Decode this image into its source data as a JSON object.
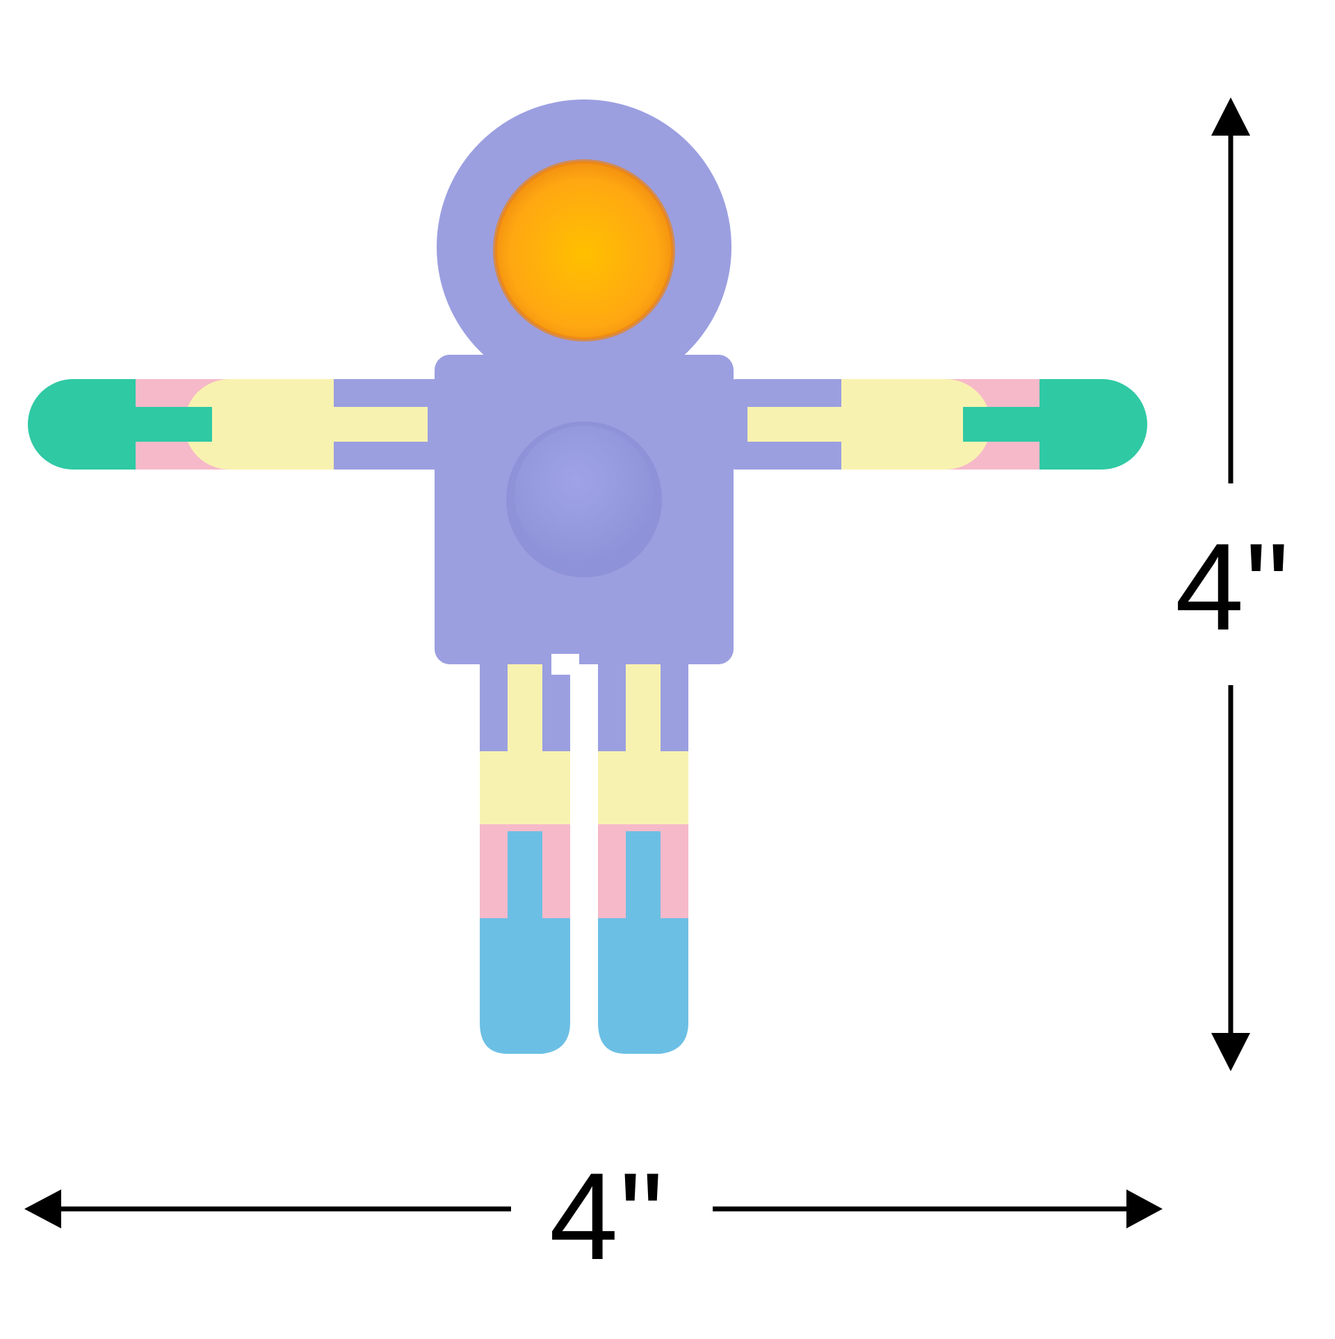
{
  "image": {
    "subject": "Astronaut fidget spinner toy with pop-it face and articulated chain arms/legs",
    "background": "#ffffff"
  },
  "dimensions": {
    "height_label": "4\"",
    "width_label": "4\""
  },
  "colors": {
    "body_purple": "#9b9fe0",
    "body_purple_shade": "#8b8fd6",
    "face_orange": "#ffaa10",
    "face_orange_rim": "#ef8a10",
    "hand_teal": "#2fc9a4",
    "link_pink": "#f6b9c9",
    "link_yellow": "#f8f2b0",
    "foot_blue": "#6cbfe4",
    "annotation_black": "#000000"
  }
}
